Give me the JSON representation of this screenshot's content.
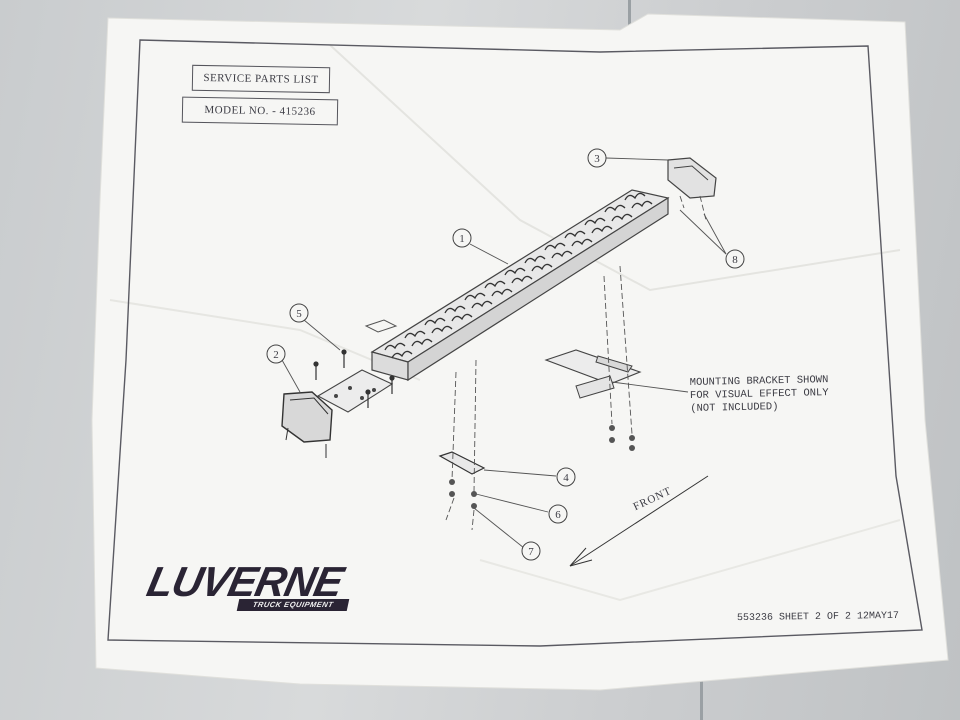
{
  "document": {
    "title": "SERVICE PARTS LIST",
    "model_label": "MODEL NO.",
    "model_number": "- 415236",
    "note_lines": [
      "MOUNTING BRACKET SHOWN",
      "FOR VISUAL EFFECT ONLY",
      "(NOT INCLUDED)"
    ],
    "direction_label": "FRONT",
    "footer": "553236 SHEET 2 OF 2 12MAY17"
  },
  "logo": {
    "brand": "LUVERNE",
    "tagline": "TRUCK EQUIPMENT"
  },
  "callouts": [
    "1",
    "2",
    "3",
    "4",
    "5",
    "6",
    "7",
    "8"
  ],
  "colors": {
    "paper": "#f6f6f4",
    "ink": "#3c3c44",
    "logo": "#2a2434",
    "background": "#cfd2d4"
  }
}
